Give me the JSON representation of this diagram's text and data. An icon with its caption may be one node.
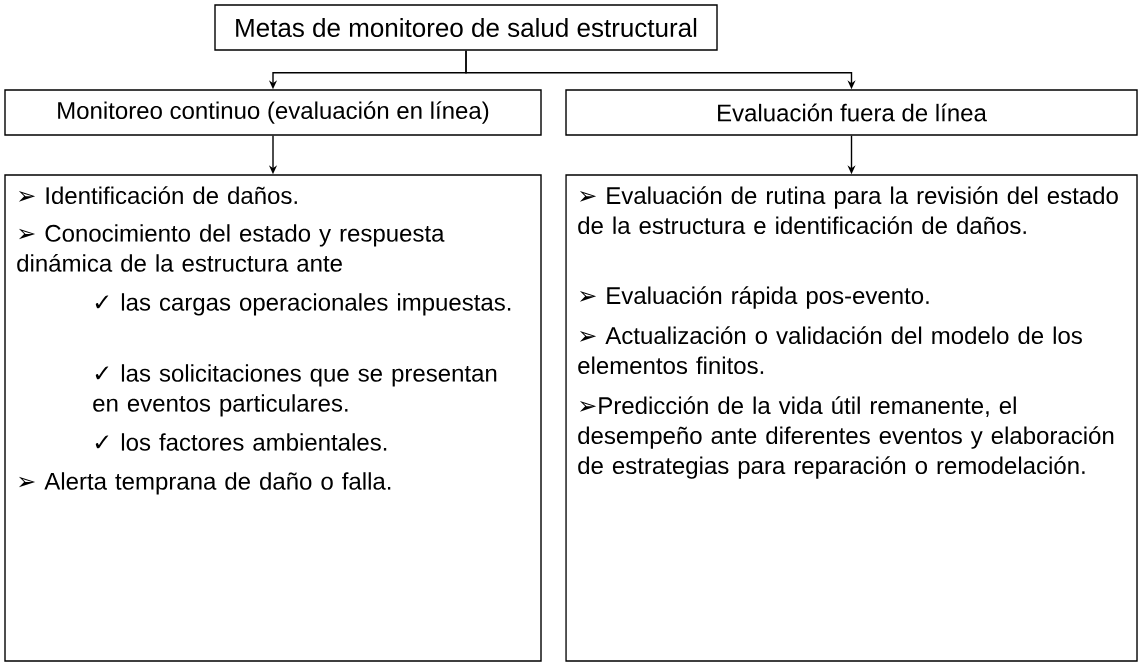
{
  "diagram": {
    "nodes": [
      {
        "text": [
          "Metas de monitoreo de salud estructural"
        ]
      },
      {
        "text": [
          "Monitoreo continuo (evaluación en línea)"
        ]
      },
      {
        "text": [
          "Evaluación fuera de línea"
        ]
      },
      {
        "text": [
          "➢ Identificación de daños.",
          "➢ Conocimiento del estado y respuesta dinámica de la estructura ante",
          "✓ las cargas operacionales impuestas.",
          "✓ las solicitaciones que se presentan en eventos particulares.",
          "✓ los factores ambientales.",
          "➢ Alerta temprana de daño o falla."
        ]
      },
      {
        "text": [
          "➢ Evaluación de rutina para la revisión del estado de la estructura e identificación de daños.",
          "➢ Evaluación rápida pos-evento.",
          "➢ Actualización o validación del modelo de los elementos finitos.",
          "➢Predicción de la vida útil remanente, el desempeño ante diferentes eventos y elaboración de estrategias para reparación o remodelación."
        ]
      }
    ],
    "edges": [
      {
        "from": 0,
        "to": 1,
        "arrow": "to"
      },
      {
        "from": 0,
        "to": 2,
        "arrow": "to"
      },
      {
        "from": 1,
        "to": 3,
        "arrow": "to"
      },
      {
        "from": 2,
        "to": 4,
        "arrow": "to"
      }
    ]
  }
}
